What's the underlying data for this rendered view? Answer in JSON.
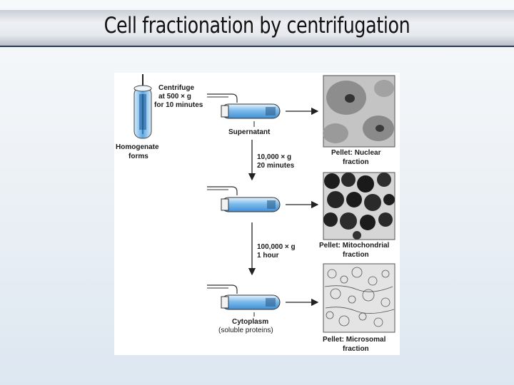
{
  "slide": {
    "title": "Cell fractionation by centrifugation"
  },
  "figure": {
    "step1": {
      "line1": "Centrifuge",
      "line2": "at 500 × g",
      "line3": "for 10 minutes"
    },
    "homogenate": {
      "line1": "Homogenate",
      "line2": "forms"
    },
    "supernatant": "Supernatant",
    "step2": {
      "line1": "10,000 × g",
      "line2": "20 minutes"
    },
    "step3": {
      "line1": "100,000 × g",
      "line2": "1 hour"
    },
    "cytoplasm": {
      "line1": "Cytoplasm",
      "line2": "(soluble proteins)"
    },
    "pellets": [
      {
        "line1": "Pellet: Nuclear",
        "line2": "fraction"
      },
      {
        "line1": "Pellet: Mitochondrial",
        "line2": "fraction"
      },
      {
        "line1": "Pellet: Microsomal",
        "line2": "fraction"
      }
    ],
    "colors": {
      "tube_fill": "#5aa6e6",
      "tube_light": "#d6ebfa",
      "micrograph_bg": "#b9b9b9",
      "accent_border": "#2b3850"
    }
  }
}
